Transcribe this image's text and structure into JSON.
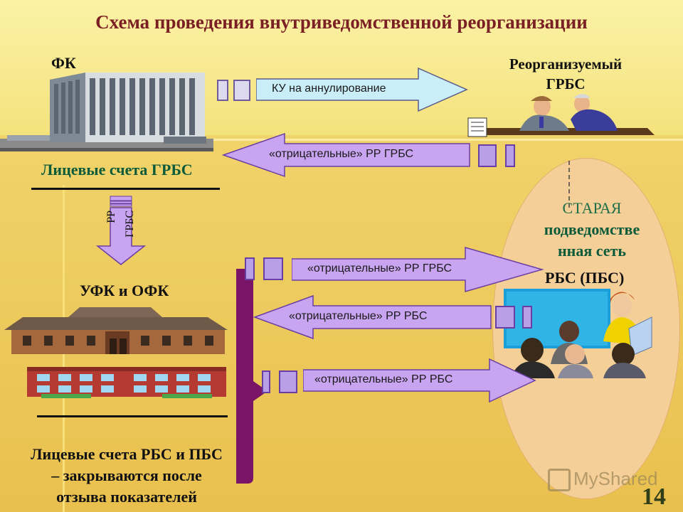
{
  "title": "Схема проведения внутриведомственной реорганизации",
  "fk_label": "ФК",
  "grbs_label_line1": "Реорганизуемый",
  "grbs_label_line2": "ГРБС",
  "accounts_grbs": "Лицевые счета ГРБС",
  "down_arrow_line1": "РР",
  "down_arrow_line2": "ГРБС",
  "ufk_label": "УФК и ОФК",
  "accounts_rbs_line1": "Лицевые счета РБС и ПБС",
  "accounts_rbs_line2": "– закрываются после",
  "accounts_rbs_line3": "отзыва показателей",
  "old_net_line1": "СТАРАЯ",
  "old_net_line2": "подведомстве",
  "old_net_line3": "нная сеть",
  "old_net_line4": "РБС (ПБС)",
  "arrows": {
    "a1": "КУ на аннулирование",
    "a2": "«отрицательные» РР ГРБС",
    "a3": "«отрицательные»  РР ГРБС",
    "a4": "«отрицательные»  РР РБС",
    "a5": "«отрицательные»  РР РБС"
  },
  "watermark": "MyShared",
  "page_number": "14",
  "colors": {
    "title": "#7a1f24",
    "arrow_blue": "#c9eef7",
    "arrow_purple": "#c9a4f0",
    "bracket": "#7a1466",
    "ellipse": "#f5cf98"
  }
}
